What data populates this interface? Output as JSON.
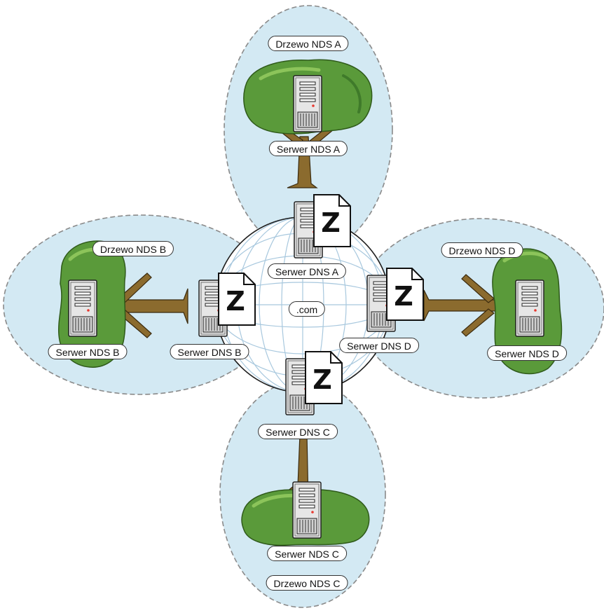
{
  "colors": {
    "zone_fill": "#d3e9f3",
    "zone_border": "#8a8a8a",
    "globe_fill": "#ffffff",
    "globe_grid": "#a8c8de",
    "foliage": "#5a9a3a",
    "trunk": "#8b6b2e",
    "server_body": "#e4e4e4",
    "zone_file_letter": "#111111"
  },
  "labels": {
    "tree_a": "Drzewo NDS A",
    "tree_b": "Drzewo NDS B",
    "tree_c": "Drzewo NDS C",
    "tree_d": "Drzewo NDS D",
    "nds_a": "Serwer NDS A",
    "nds_b": "Serwer NDS B",
    "nds_c": "Serwer NDS C",
    "nds_d": "Serwer NDS D",
    "dns_a": "Serwer DNS A",
    "dns_b": "Serwer DNS B",
    "dns_c": "Serwer DNS C",
    "dns_d": "Serwer DNS D",
    "domain": ".com"
  },
  "icons": {
    "tree": "tree-icon",
    "server": "server-icon",
    "zone_file": "zone-file-icon",
    "zone_letter": "Z"
  }
}
